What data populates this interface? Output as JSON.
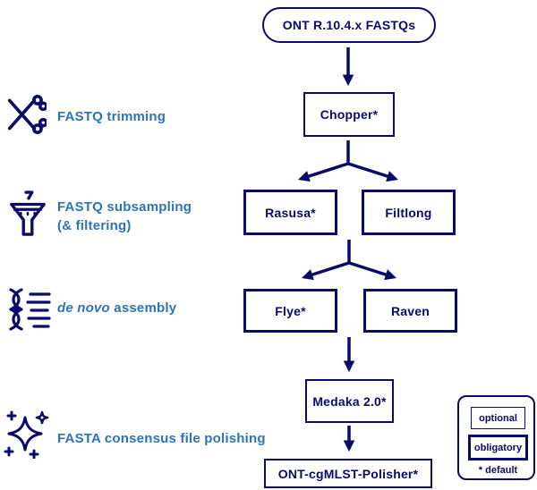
{
  "diagram": {
    "input_node": "ONT R.10.4.x FASTQs",
    "nodes": {
      "chopper": "Chopper*",
      "rasusa": "Rasusa*",
      "filtlong": "Filtlong",
      "flye": "Flye*",
      "raven": "Raven",
      "medaka": "Medaka 2.0*",
      "polisher": "ONT-cgMLST-Polisher*"
    },
    "stages": [
      {
        "label": "FASTQ trimming",
        "icon": "scissors-icon"
      },
      {
        "line1": "FASTQ subsampling",
        "line2": "(& filtering)",
        "icon": "funnel-icon"
      },
      {
        "italic": "de novo",
        "rest": " assembly",
        "icon": "dna-speed-icon"
      },
      {
        "label": "FASTA consensus file polishing",
        "icon": "sparkles-icon"
      }
    ],
    "legend": {
      "optional": "optional",
      "obligatory": "obligatory",
      "default_note": "* default"
    },
    "colors": {
      "navy": "#0a0a6b",
      "label_blue": "#2e74b5"
    }
  }
}
